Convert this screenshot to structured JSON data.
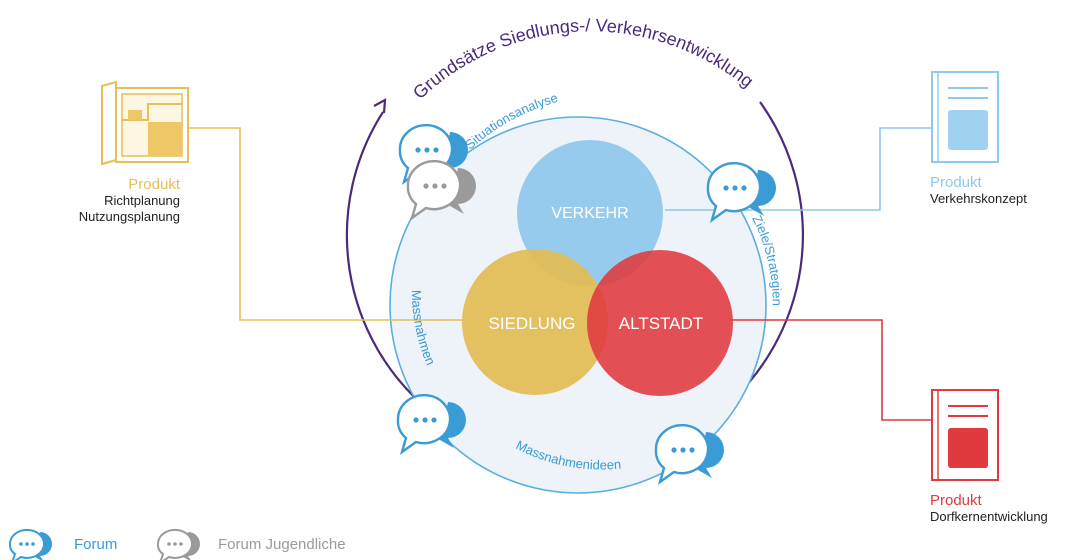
{
  "title": "Grundsätze Siedlungs-/ Verkehrsentwicklung",
  "phases": {
    "top": "Situationsanalyse",
    "right": "Ziele/Strategien",
    "bottom": "Massnahmenideen",
    "left": "Massnahmen"
  },
  "circles": {
    "verkehr": "VERKEHR",
    "siedlung": "SIEDLUNG",
    "altstadt": "ALTSTADT"
  },
  "products": {
    "richtplanung": {
      "title": "Produkt",
      "lines": [
        "Richtplanung",
        "Nutzungsplanung"
      ]
    },
    "verkehrskonzept": {
      "title": "Produkt",
      "lines": [
        "Verkehrskonzept"
      ]
    },
    "dorfkern": {
      "title": "Produkt",
      "lines": [
        "Dorfkernentwicklung"
      ]
    }
  },
  "legend": {
    "forum": "Forum",
    "jugend": "Forum Jugendliche"
  },
  "colors": {
    "purple": "#4b2a7b",
    "blue": "#3a9bd5",
    "light_blue": "#8ec8ec",
    "yellow": "#e3b64f",
    "red": "#e0393e",
    "gray": "#9a9a9a"
  }
}
